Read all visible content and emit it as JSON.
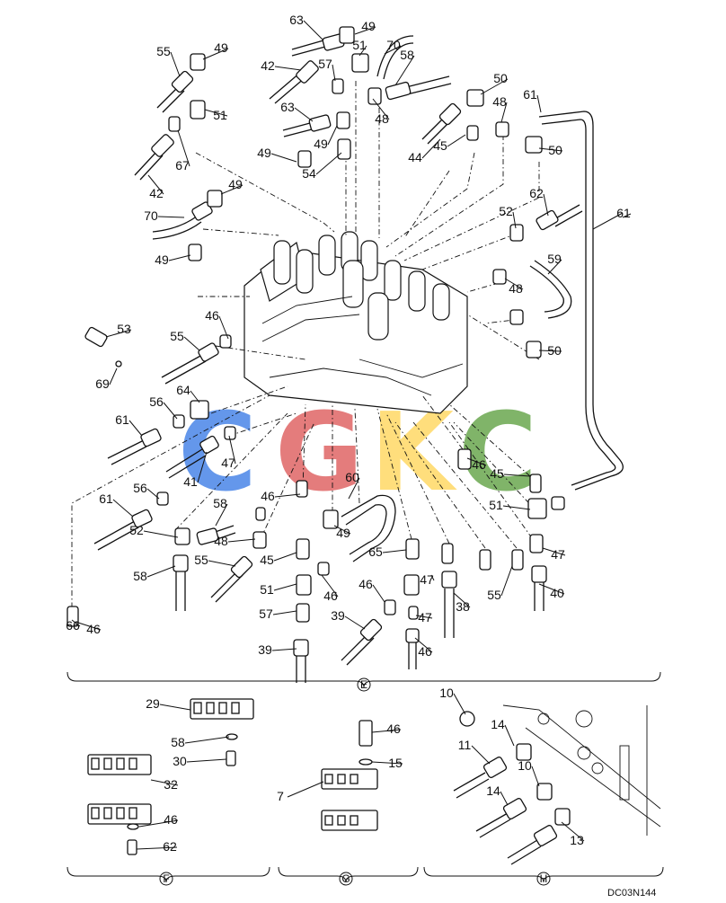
{
  "watermark": {
    "letters": [
      "C",
      "G",
      "K",
      "C"
    ],
    "colors": [
      "#4a86e8",
      "#e06666",
      "#ffd966",
      "#6aa84f"
    ]
  },
  "drawing_code": "DC03N144",
  "sections": {
    "E": "E",
    "F": "F",
    "G": "G",
    "H": "H"
  },
  "callouts": [
    "63",
    "49",
    "51",
    "70",
    "55",
    "49",
    "42",
    "57",
    "58",
    "51",
    "63",
    "50",
    "48",
    "61",
    "67",
    "49",
    "48",
    "45",
    "44",
    "42",
    "49",
    "54",
    "50",
    "49",
    "62",
    "61",
    "70",
    "52",
    "49",
    "59",
    "48",
    "53",
    "46",
    "55",
    "50",
    "69",
    "64",
    "56",
    "61",
    "47",
    "46",
    "45",
    "41",
    "60",
    "56",
    "46",
    "51",
    "61",
    "58",
    "46",
    "52",
    "48",
    "49",
    "47",
    "55",
    "45",
    "65",
    "58",
    "51",
    "46",
    "47",
    "40",
    "46",
    "38",
    "57",
    "47",
    "55",
    "39",
    "39",
    "46",
    "66",
    "10",
    "29",
    "46",
    "14",
    "58",
    "11",
    "30",
    "15",
    "10",
    "32",
    "7",
    "14",
    "46",
    "13",
    "62"
  ]
}
